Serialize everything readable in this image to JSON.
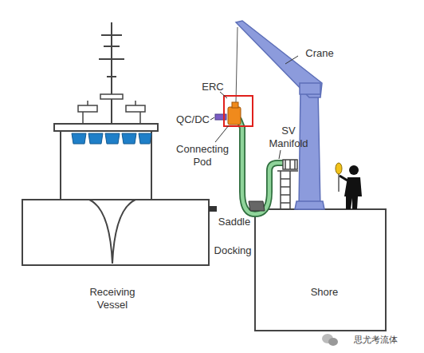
{
  "diagram": {
    "labels": [
      "Crane",
      "ERC",
      "QC/DC",
      "Connecting Pod",
      "SV Manifold",
      "Saddle",
      "Docking",
      "Receiving Vessel",
      "Shore",
      "思尤考流体"
    ]
  }
}
